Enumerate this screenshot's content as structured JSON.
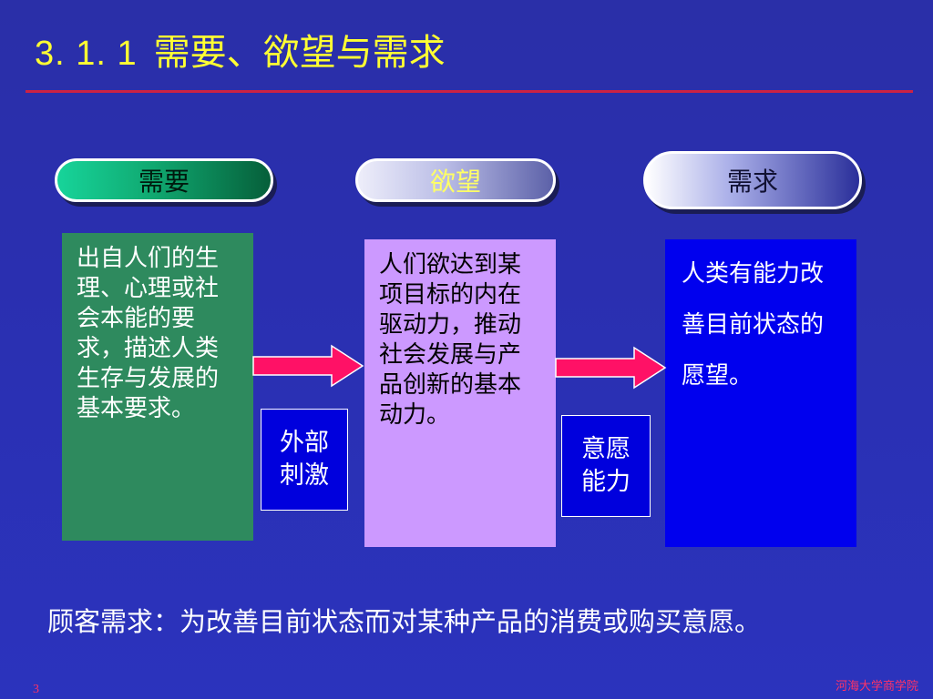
{
  "title": {
    "number": "3. 1. 1",
    "text": "需要、欲望与需求"
  },
  "concepts": {
    "need": {
      "label": "需要",
      "description": "出自人们的生理、心理或社会本能的要求，描述人类生存与发展的基本要求。"
    },
    "want": {
      "label": "欲望",
      "description": "人们欲达到某项目标的内在驱动力，推动社会发展与产品创新的基本动力。"
    },
    "demand": {
      "label": "需求",
      "description": "人类有能力改善目前状态的愿望。"
    }
  },
  "connectors": {
    "external_stimulus": "外部刺激",
    "willingness_ability": "意愿能力"
  },
  "colors": {
    "arrow": "#ff1166",
    "title": "#ffff33",
    "rule": "#cc2244"
  },
  "footer": {
    "definition": "顾客需求：为改善目前状态而对某种产品的消费或购买意愿。",
    "page_number": "3",
    "organization": "河海大学商学院"
  }
}
